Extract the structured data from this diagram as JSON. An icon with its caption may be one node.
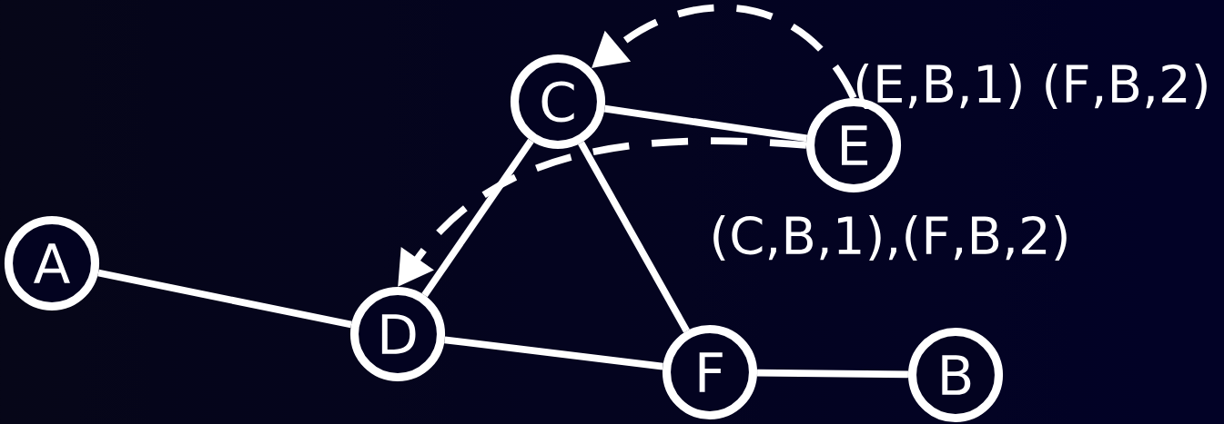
{
  "diagram": {
    "nodes": [
      {
        "text": [
          "C"
        ]
      },
      {
        "text": [
          "E"
        ]
      },
      {
        "text": [
          "A"
        ]
      },
      {
        "text": [
          "D"
        ]
      },
      {
        "text": [
          "F"
        ]
      },
      {
        "text": [
          "B"
        ]
      }
    ],
    "edges": [
      {
        "from": 2,
        "to": 3,
        "arrow": "none"
      },
      {
        "from": 0,
        "to": 1,
        "arrow": "none"
      },
      {
        "from": 0,
        "to": 3,
        "arrow": "none"
      },
      {
        "from": 0,
        "to": 4,
        "arrow": "none"
      },
      {
        "from": 3,
        "to": 4,
        "arrow": "none"
      },
      {
        "from": 4,
        "to": 5,
        "arrow": "none"
      },
      {
        "from": 1,
        "to": 0,
        "arrow": "to",
        "style": "dashed"
      },
      {
        "from": 1,
        "to": 3,
        "arrow": "to",
        "style": "dashed"
      }
    ],
    "labels": [
      "(E,B,1) (F,B,2)",
      "(C,B,1),(F,B,2)"
    ]
  }
}
